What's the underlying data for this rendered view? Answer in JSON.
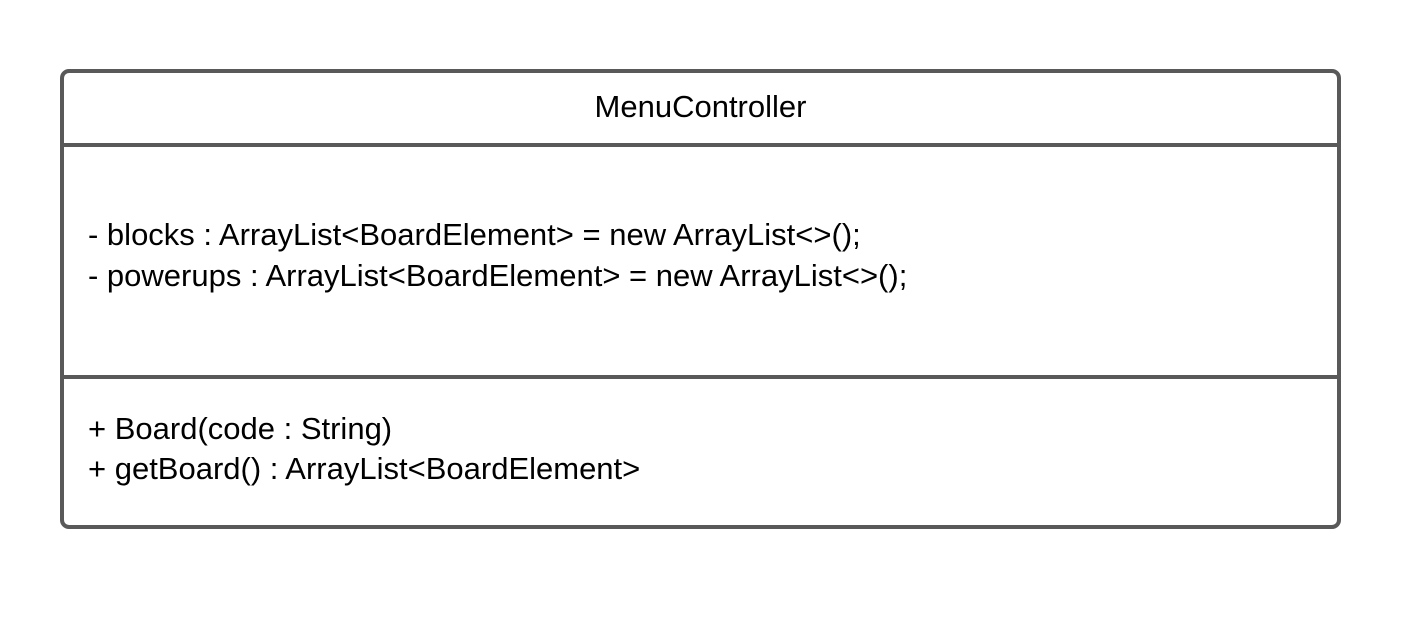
{
  "class": {
    "name": "MenuController",
    "attributes": [
      "- blocks : ArrayList<BoardElement> = new ArrayList<>();",
      "- powerups : ArrayList<BoardElement> = new ArrayList<>();"
    ],
    "methods": [
      "+ Board(code : String)",
      "+ getBoard() : ArrayList<BoardElement>"
    ]
  }
}
